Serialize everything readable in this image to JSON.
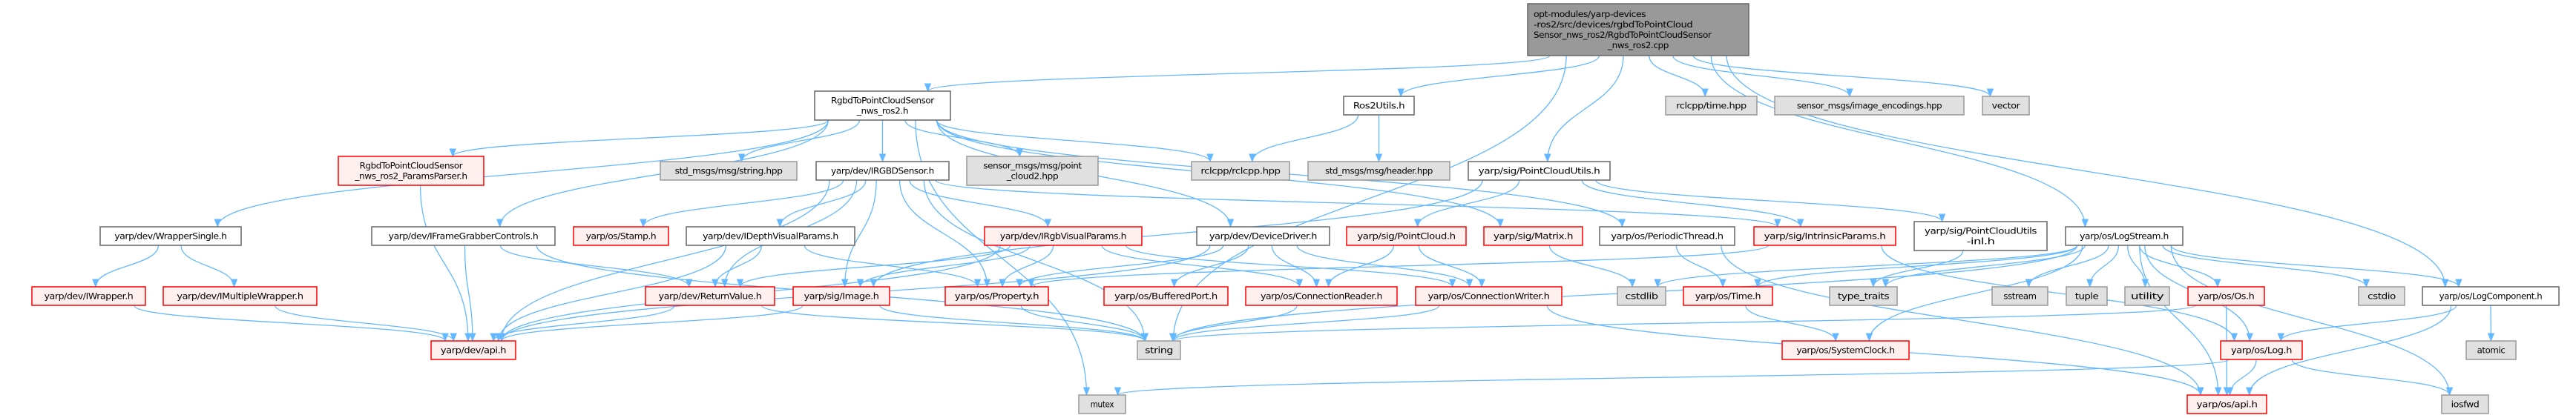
{
  "colors": {
    "edge": "#63b8ff",
    "main_fill": "#999999",
    "red_border": "#ff0000",
    "red_fill": "#fff0f0",
    "gray_fill": "#e0e0e0",
    "normal_border": "#666666"
  },
  "nodes": [
    {
      "id": "main",
      "kind": "main",
      "lines": [
        "opt-modules/yarp-devices",
        "-ros2/src/devices/rgbdToPointCloud",
        "Sensor_nws_ros2/RgbdToPointCloudSensor",
        "_nws_ros2.cpp"
      ]
    },
    {
      "id": "rgbd_h",
      "kind": "normal",
      "lines": [
        "RgbdToPointCloudSensor",
        "_nws_ros2.h"
      ]
    },
    {
      "id": "ros2utils",
      "kind": "normal",
      "lines": [
        "Ros2Utils.h"
      ]
    },
    {
      "id": "rclcpp_time",
      "kind": "gray",
      "lines": [
        "rclcpp/time.hpp"
      ]
    },
    {
      "id": "img_enc",
      "kind": "gray",
      "lines": [
        "sensor_msgs/image_encodings.hpp"
      ]
    },
    {
      "id": "vector",
      "kind": "gray",
      "lines": [
        "vector"
      ]
    },
    {
      "id": "params",
      "kind": "red",
      "lines": [
        "RgbdToPointCloudSensor",
        "_nws_ros2_ParamsParser.h"
      ]
    },
    {
      "id": "std_string",
      "kind": "gray",
      "lines": [
        "std_msgs/msg/string.hpp"
      ]
    },
    {
      "id": "irgbd",
      "kind": "normal",
      "lines": [
        "yarp/dev/IRGBDSensor.h"
      ]
    },
    {
      "id": "pc2",
      "kind": "gray",
      "lines": [
        "sensor_msgs/msg/point",
        "_cloud2.hpp"
      ]
    },
    {
      "id": "rclcpp",
      "kind": "gray",
      "lines": [
        "rclcpp/rclcpp.hpp"
      ]
    },
    {
      "id": "header",
      "kind": "gray",
      "lines": [
        "std_msgs/msg/header.hpp"
      ]
    },
    {
      "id": "pcutils",
      "kind": "normal",
      "lines": [
        "yarp/sig/PointCloudUtils.h"
      ]
    },
    {
      "id": "wrapsingle",
      "kind": "normal",
      "lines": [
        "yarp/dev/WrapperSingle.h"
      ]
    },
    {
      "id": "ifg",
      "kind": "normal",
      "lines": [
        "yarp/dev/IFrameGrabberControls.h"
      ]
    },
    {
      "id": "stamp",
      "kind": "red",
      "lines": [
        "yarp/os/Stamp.h"
      ]
    },
    {
      "id": "idepth",
      "kind": "normal",
      "lines": [
        "yarp/dev/IDepthVisualParams.h"
      ]
    },
    {
      "id": "irgbvis",
      "kind": "red",
      "lines": [
        "yarp/dev/IRgbVisualParams.h"
      ]
    },
    {
      "id": "devdrv",
      "kind": "normal",
      "lines": [
        "yarp/dev/DeviceDriver.h"
      ]
    },
    {
      "id": "pointcloud",
      "kind": "red",
      "lines": [
        "yarp/sig/PointCloud.h"
      ]
    },
    {
      "id": "matrix",
      "kind": "red",
      "lines": [
        "yarp/sig/Matrix.h"
      ]
    },
    {
      "id": "periodic",
      "kind": "normal",
      "lines": [
        "yarp/os/PeriodicThread.h"
      ]
    },
    {
      "id": "intrinsic",
      "kind": "red",
      "lines": [
        "yarp/sig/IntrinsicParams.h"
      ]
    },
    {
      "id": "pcinl",
      "kind": "normal",
      "lines": [
        "yarp/sig/PointCloudUtils",
        "-inl.h"
      ]
    },
    {
      "id": "logstream",
      "kind": "normal",
      "lines": [
        "yarp/os/LogStream.h"
      ]
    },
    {
      "id": "iwrapper",
      "kind": "red",
      "lines": [
        "yarp/dev/IWrapper.h"
      ]
    },
    {
      "id": "imultiple",
      "kind": "red",
      "lines": [
        "yarp/dev/IMultipleWrapper.h"
      ]
    },
    {
      "id": "retval",
      "kind": "red",
      "lines": [
        "yarp/dev/ReturnValue.h"
      ]
    },
    {
      "id": "image",
      "kind": "red",
      "lines": [
        "yarp/sig/Image.h"
      ]
    },
    {
      "id": "property",
      "kind": "red",
      "lines": [
        "yarp/os/Property.h"
      ]
    },
    {
      "id": "bufport",
      "kind": "red",
      "lines": [
        "yarp/os/BufferedPort.h"
      ]
    },
    {
      "id": "connreader",
      "kind": "red",
      "lines": [
        "yarp/os/ConnectionReader.h"
      ]
    },
    {
      "id": "connwriter",
      "kind": "red",
      "lines": [
        "yarp/os/ConnectionWriter.h"
      ]
    },
    {
      "id": "cstdlib",
      "kind": "gray",
      "lines": [
        "cstdlib"
      ]
    },
    {
      "id": "time",
      "kind": "red",
      "lines": [
        "yarp/os/Time.h"
      ]
    },
    {
      "id": "typetraits",
      "kind": "gray",
      "lines": [
        "type_traits"
      ]
    },
    {
      "id": "sstream",
      "kind": "gray",
      "lines": [
        "sstream"
      ]
    },
    {
      "id": "tuple",
      "kind": "gray",
      "lines": [
        "tuple"
      ]
    },
    {
      "id": "utility",
      "kind": "gray",
      "lines": [
        "utility"
      ]
    },
    {
      "id": "os",
      "kind": "red",
      "lines": [
        "yarp/os/Os.h"
      ]
    },
    {
      "id": "cstdio",
      "kind": "gray",
      "lines": [
        "cstdio"
      ]
    },
    {
      "id": "logcomp",
      "kind": "normal",
      "lines": [
        "yarp/os/LogComponent.h"
      ]
    },
    {
      "id": "devapi",
      "kind": "red",
      "lines": [
        "yarp/dev/api.h"
      ]
    },
    {
      "id": "string",
      "kind": "gray",
      "lines": [
        "string"
      ]
    },
    {
      "id": "sysclock",
      "kind": "red",
      "lines": [
        "yarp/os/SystemClock.h"
      ]
    },
    {
      "id": "log",
      "kind": "red",
      "lines": [
        "yarp/os/Log.h"
      ]
    },
    {
      "id": "atomic",
      "kind": "gray",
      "lines": [
        "atomic"
      ]
    },
    {
      "id": "mutex",
      "kind": "gray",
      "lines": [
        "mutex"
      ]
    },
    {
      "id": "osapi",
      "kind": "red",
      "lines": [
        "yarp/os/api.h"
      ]
    },
    {
      "id": "iosfwd",
      "kind": "gray",
      "lines": [
        "iosfwd"
      ]
    }
  ],
  "edges": [
    [
      "main",
      "rgbd_h"
    ],
    [
      "main",
      "ros2utils"
    ],
    [
      "main",
      "rclcpp_time"
    ],
    [
      "main",
      "img_enc"
    ],
    [
      "main",
      "vector"
    ],
    [
      "main",
      "pcutils"
    ],
    [
      "main",
      "logstream"
    ],
    [
      "main",
      "logcomp"
    ],
    [
      "main",
      "string"
    ],
    [
      "rgbd_h",
      "params"
    ],
    [
      "rgbd_h",
      "std_string"
    ],
    [
      "rgbd_h",
      "irgbd"
    ],
    [
      "rgbd_h",
      "pc2"
    ],
    [
      "rgbd_h",
      "rclcpp"
    ],
    [
      "rgbd_h",
      "devdrv"
    ],
    [
      "rgbd_h",
      "wrapsingle"
    ],
    [
      "rgbd_h",
      "ifg"
    ],
    [
      "rgbd_h",
      "mutex"
    ],
    [
      "rgbd_h",
      "matrix"
    ],
    [
      "rgbd_h",
      "periodic"
    ],
    [
      "ros2utils",
      "rclcpp"
    ],
    [
      "ros2utils",
      "header"
    ],
    [
      "params",
      "devapi"
    ],
    [
      "irgbd",
      "stamp"
    ],
    [
      "irgbd",
      "idepth"
    ],
    [
      "irgbd",
      "irgbvis"
    ],
    [
      "irgbd",
      "retval"
    ],
    [
      "irgbd",
      "image"
    ],
    [
      "irgbd",
      "devapi"
    ],
    [
      "irgbd",
      "property"
    ],
    [
      "irgbd",
      "string"
    ],
    [
      "irgbd",
      "intrinsic"
    ],
    [
      "pcutils",
      "pointcloud"
    ],
    [
      "pcutils",
      "image"
    ],
    [
      "pcutils",
      "intrinsic"
    ],
    [
      "pcutils",
      "pcinl"
    ],
    [
      "wrapsingle",
      "iwrapper"
    ],
    [
      "wrapsingle",
      "imultiple"
    ],
    [
      "ifg",
      "devapi"
    ],
    [
      "ifg",
      "retval"
    ],
    [
      "ifg",
      "string"
    ],
    [
      "idepth",
      "devapi"
    ],
    [
      "idepth",
      "retval"
    ],
    [
      "idepth",
      "property"
    ],
    [
      "irgbvis",
      "image"
    ],
    [
      "irgbvis",
      "property"
    ],
    [
      "irgbvis",
      "retval"
    ],
    [
      "irgbvis",
      "devapi"
    ],
    [
      "irgbvis",
      "connreader"
    ],
    [
      "irgbvis",
      "connwriter"
    ],
    [
      "devdrv",
      "property"
    ],
    [
      "devdrv",
      "bufport"
    ],
    [
      "devdrv",
      "connreader"
    ],
    [
      "devdrv",
      "connwriter"
    ],
    [
      "devdrv",
      "devapi"
    ],
    [
      "pointcloud",
      "connreader"
    ],
    [
      "pointcloud",
      "connwriter"
    ],
    [
      "matrix",
      "cstdlib"
    ],
    [
      "periodic",
      "time"
    ],
    [
      "periodic",
      "osapi"
    ],
    [
      "intrinsic",
      "property"
    ],
    [
      "intrinsic",
      "log"
    ],
    [
      "pcinl",
      "typetraits"
    ],
    [
      "logstream",
      "time"
    ],
    [
      "logstream",
      "typetraits"
    ],
    [
      "logstream",
      "cstdlib"
    ],
    [
      "logstream",
      "sstream"
    ],
    [
      "logstream",
      "tuple"
    ],
    [
      "logstream",
      "utility"
    ],
    [
      "logstream",
      "os"
    ],
    [
      "logstream",
      "cstdio"
    ],
    [
      "logstream",
      "logcomp"
    ],
    [
      "logstream",
      "sysclock"
    ],
    [
      "logstream",
      "log"
    ],
    [
      "logstream",
      "osapi"
    ],
    [
      "logstream",
      "iosfwd"
    ],
    [
      "logstream",
      "string"
    ],
    [
      "iwrapper",
      "devapi"
    ],
    [
      "imultiple",
      "devapi"
    ],
    [
      "retval",
      "devapi"
    ],
    [
      "retval",
      "string"
    ],
    [
      "image",
      "devapi"
    ],
    [
      "image",
      "string"
    ],
    [
      "property",
      "string"
    ],
    [
      "connreader",
      "string"
    ],
    [
      "connwriter",
      "string"
    ],
    [
      "connwriter",
      "osapi"
    ],
    [
      "time",
      "sysclock"
    ],
    [
      "os",
      "string"
    ],
    [
      "os",
      "osapi"
    ],
    [
      "logcomp",
      "log"
    ],
    [
      "logcomp",
      "osapi"
    ],
    [
      "logcomp",
      "atomic"
    ],
    [
      "log",
      "osapi"
    ],
    [
      "log",
      "iosfwd"
    ],
    [
      "log",
      "mutex"
    ]
  ]
}
